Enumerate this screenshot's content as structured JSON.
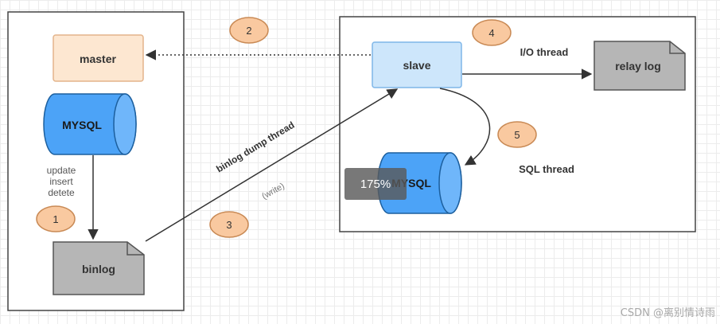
{
  "diagram": {
    "master_label": "master",
    "master_mysql_label": "MYSQL",
    "binlog_label": "binlog",
    "ops": [
      "update",
      "insert",
      "detete"
    ],
    "slave_label": "slave",
    "relay_log_label": "relay log",
    "slave_mysql_label": "MYSQL",
    "io_thread_label": "I/O thread",
    "sql_thread_label": "SQL thread",
    "dump_thread_label": "binlog dump thread",
    "write_label": "(write)",
    "steps": [
      "1",
      "2",
      "3",
      "4",
      "5"
    ]
  },
  "overlay": {
    "zoom": "175%"
  },
  "watermark": "CSDN @离别情诗雨",
  "colors": {
    "master_fill": "#fde7d1",
    "master_stroke": "#e3b48b",
    "cylinder_fill": "#4ca3f7",
    "cylinder_stroke": "#1c5f9e",
    "doc_fill": "#b6b6b6",
    "slave_fill": "#cde6fb",
    "step_fill": "#f9c9a0",
    "step_stroke": "#c98a55"
  }
}
